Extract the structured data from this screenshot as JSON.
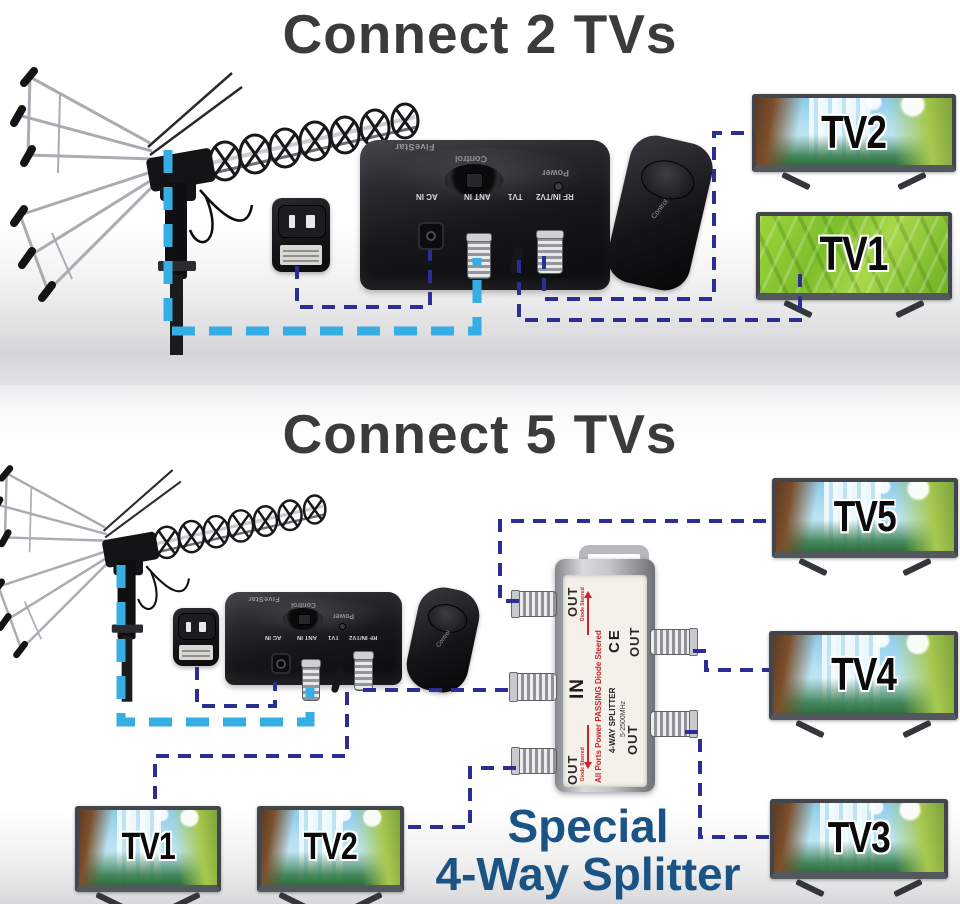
{
  "palette": {
    "wire_cyan": "#35aee3",
    "wire_navy": "#2b2f93",
    "caption_blue": "#1b5484",
    "title_gray": "#3b3b3b"
  },
  "top_section": {
    "title": "Connect 2 TVs",
    "tvs": [
      {
        "label": "TV2"
      },
      {
        "label": "TV1"
      }
    ]
  },
  "bottom_section": {
    "title": "Connect 5 TVs",
    "tvs": [
      {
        "label": "TV5"
      },
      {
        "label": "TV4"
      },
      {
        "label": "TV3"
      },
      {
        "label": "TV1"
      },
      {
        "label": "TV2"
      }
    ],
    "caption": {
      "line1": "Special",
      "line2": "4-Way Splitter"
    }
  },
  "control_box": {
    "brand": "FiveStar",
    "control_label": "Control",
    "power_label": "Power",
    "ports": [
      {
        "label": "AC IN"
      },
      {
        "label": "ANT IN"
      },
      {
        "label": "TV1"
      },
      {
        "label": "RF IN/TV2"
      }
    ]
  },
  "remote": {
    "button_label": "Control"
  },
  "splitter": {
    "out_label": "OUT",
    "in_label": "IN",
    "passing_text": "All Ports Power PASSING Diode Steered",
    "type_text": "4-WAY SPLITTER",
    "freq_text": "5-2500MHz",
    "ce_mark": "CE",
    "diode_text": "Diode Steered"
  }
}
